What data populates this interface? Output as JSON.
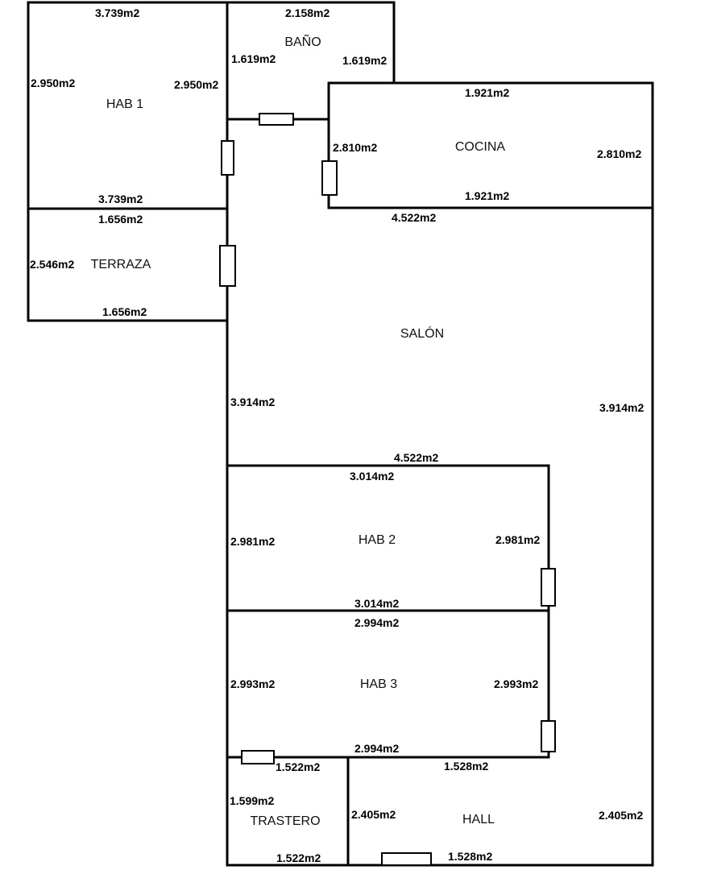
{
  "rooms": {
    "hab1": "HAB 1",
    "bano": "BAÑO",
    "cocina": "COCINA",
    "terraza": "TERRAZA",
    "salon": "SALÓN",
    "hab2": "HAB 2",
    "hab3": "HAB 3",
    "trastero": "TRASTERO",
    "hall": "HALL"
  },
  "dims": {
    "hab1_top": "3.739m2",
    "hab1_left": "2.950m2",
    "hab1_right": "2.950m2",
    "hab1_bottom": "3.739m2",
    "bano_top": "2.158m2",
    "bano_left": "1.619m2",
    "bano_right": "1.619m2",
    "cocina_top": "1.921m2",
    "cocina_left": "2.810m2",
    "cocina_right": "2.810m2",
    "cocina_bottom": "1.921m2",
    "terraza_top": "1.656m2",
    "terraza_left": "2.546m2",
    "terraza_bottom": "1.656m2",
    "salon_top": "4.522m2",
    "salon_left": "3.914m2",
    "salon_right": "3.914m2",
    "salon_bottom": "4.522m2",
    "hab2_top": "3.014m2",
    "hab2_left": "2.981m2",
    "hab2_right": "2.981m2",
    "hab2_bottom": "3.014m2",
    "hab3_top": "2.994m2",
    "hab3_left": "2.993m2",
    "hab3_right": "2.993m2",
    "hab3_bottom": "2.994m2",
    "trastero_top": "1.522m2",
    "trastero_left": "1.599m2",
    "trastero_bottom": "1.522m2",
    "hall_top": "1.528m2",
    "hall_left": "2.405m2",
    "hall_right": "2.405m2",
    "hall_bottom": "1.528m2"
  }
}
